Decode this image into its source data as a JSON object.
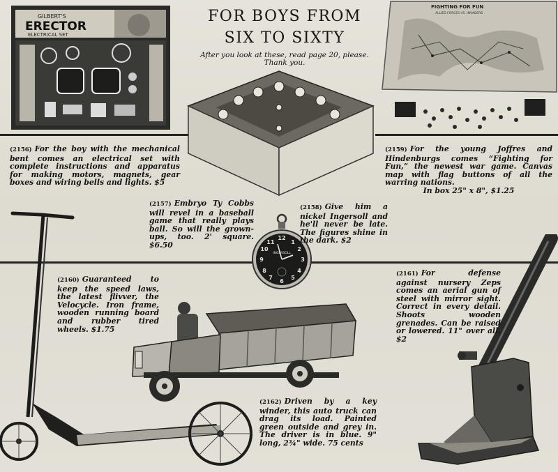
{
  "headline_line1": "FOR BOYS FROM",
  "headline_line2": "SIX TO SIXTY",
  "subnote": "After you look at these, read page 20, please. Thank you.",
  "box_brand": "GILBERT'S",
  "box_title": "ERECTOR",
  "box_subtitle": "ELECTRICAL SET",
  "map_title": "FIGHTING FOR FUN",
  "map_subtitle": "ALLIED FORCES VS. INVADERS",
  "watch_brand": "INGERSOLL",
  "items": {
    "erector": {
      "num": "(2156)",
      "text": "For the boy with the mechanical bent comes an electrical set with complete instructions and apparatus for making motors, magnets, gear boxes and wiring bells and lights. $5"
    },
    "baseball": {
      "num": "(2157)",
      "text": "Embryo Ty Cobbs will revel in a baseball game that really plays ball. So will the grown-ups, too. 2' square. $6.50"
    },
    "watch": {
      "num": "(2158)",
      "text": "Give him a nickel Ingersoll and he'll never be late. The figures shine in the dark. $2"
    },
    "wargame": {
      "num": "(2159)",
      "text": "For the young Joffres and Hindenburgs comes “Fighting for Fun,” the newest war game. Canvas map with flag buttons of all the warring nations.",
      "tail": "In box 25\" x 8\", $1.25"
    },
    "scooter": {
      "num": "(2160)",
      "text": "Guaranteed to keep the speed laws, the latest flivver, the Velocycle. Iron frame, wooden running board and rubber tired wheels. $1.75"
    },
    "gun": {
      "num": "(2161)",
      "text": "For defense against nursery Zeps comes an aerial gun of steel with mirror sight. Correct in every detail. Shoots wooden grenades. Can be raised or lowered. 11\" over all. $2"
    },
    "truck": {
      "num": "(2162)",
      "text": "Driven by a key winder, this auto truck can drag its load. Painted green outside and grey in. The driver is in blue. 9\" long, 2¾\" wide. 75 cents"
    }
  }
}
